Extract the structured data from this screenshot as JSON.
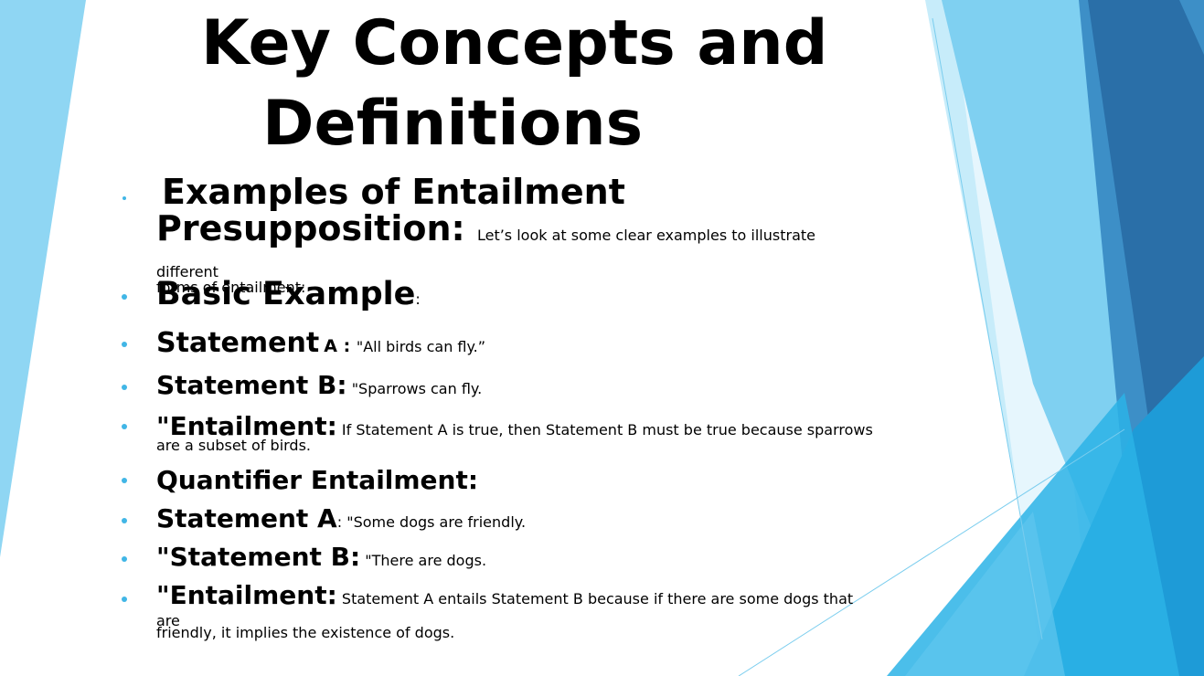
{
  "slide": {
    "title_line1": "Key Concepts and",
    "title_line2": "Definitions",
    "colors": {
      "bullet": "#41B6E6",
      "accent_light": "#8FD6F3",
      "accent_mid": "#29ABE2",
      "accent_dark": "#2A6FA8"
    },
    "bullets": [
      {
        "heading_line1": "Examples of Entailment",
        "heading_line2": "Presupposition:",
        "text": "Let’s look at some clear examples to illustrate different",
        "text_cont": "forms of entailment:"
      },
      {
        "heading": "Basic Example",
        "text": ":"
      },
      {
        "heading": "Statement",
        "text": "A : ",
        "text2": "\"All birds can fly.”"
      },
      {
        "heading": "Statement B:",
        "text": "\"Sparrows can fly."
      },
      {
        "heading": "\"Entailment:",
        "text": "If Statement A is true, then Statement B must be true because sparrows",
        "text_cont": "are a subset of birds."
      },
      {
        "heading": "Quantifier Entailment:"
      },
      {
        "heading": "Statement A",
        "text": ": \"Some dogs are friendly."
      },
      {
        "heading": "\"Statement B:",
        "text": "\"There are dogs."
      },
      {
        "heading": "\"Entailment:",
        "text": "Statement A entails Statement B because if there are some dogs that are",
        "text_cont": "friendly, it implies the existence of dogs."
      }
    ]
  }
}
